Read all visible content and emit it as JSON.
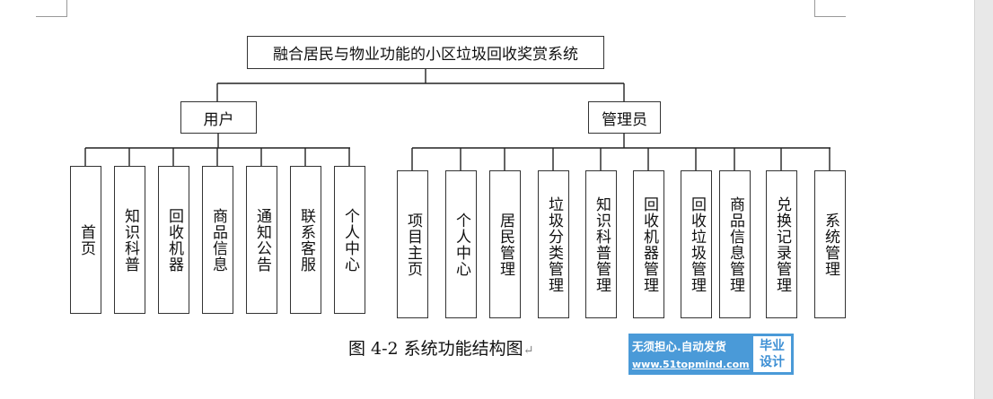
{
  "diagram": {
    "root": "融合居民与物业功能的小区垃圾回收奖赏系统",
    "user": {
      "label": "用户",
      "children": [
        "首页",
        "知识科普",
        "回收机器",
        "商品信息",
        "通知公告",
        "联系客服",
        "个人中心"
      ]
    },
    "admin": {
      "label": "管理员",
      "children": [
        "项目主页",
        "个人中心",
        "居民管理",
        "垃圾分类管理",
        "知识科普管理",
        "回收机器管理",
        "回收垃圾管理",
        "商品信息管理",
        "兑换记录管理",
        "系统管理"
      ]
    }
  },
  "caption": {
    "text": "图 4-2 系统功能结构图",
    "paragraph_mark": "↵"
  },
  "watermark": {
    "line1": "无须担心.自动发货",
    "line2": "www.51topmind.com",
    "badge_line1": "毕业",
    "badge_line2": "设计"
  }
}
